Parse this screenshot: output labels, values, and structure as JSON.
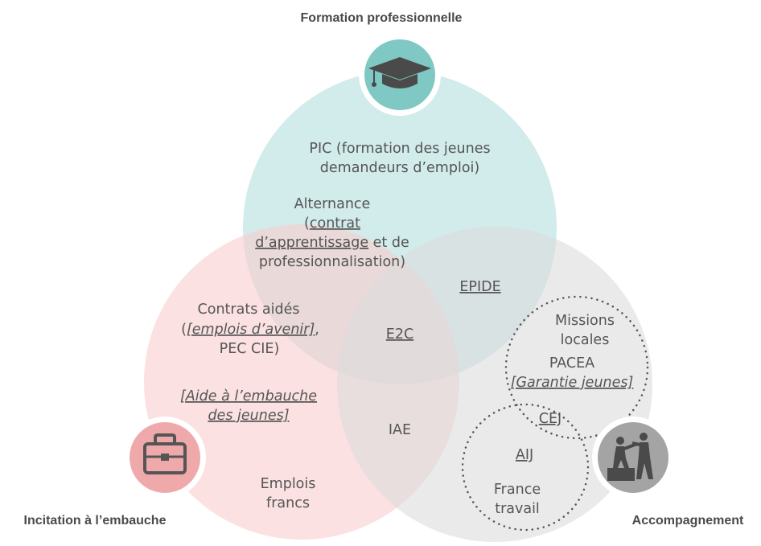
{
  "colors": {
    "formation": "#bfe3e2",
    "incitation": "#f8cdcd",
    "accompagnement": "#dcdcdc",
    "formation_icon_bg": "#7fc8c3",
    "incitation_icon_bg": "#f0a9ab",
    "accompagnement_icon_bg": "#a4a4a4",
    "text": "#555555",
    "heading": "#4a4a4a"
  },
  "headings": {
    "formation": "Formation professionnelle",
    "incitation": "Incitation à l’embauche",
    "accompagnement": "Accompagnement"
  },
  "icons": {
    "formation": "graduation-cap-icon",
    "incitation": "briefcase-icon",
    "accompagnement": "helping-hand-climb-icon"
  },
  "labels": {
    "pic_line1": "PIC (formation des jeunes",
    "pic_line2": "demandeurs d’emploi)",
    "alternance_line1": "Alternance",
    "alternance_open": "(",
    "alternance_contrat": "contrat",
    "alternance_apprentissage": "d’apprentissage",
    "alternance_et_de": " et de",
    "alternance_line4": "professionnalisation)",
    "epide": "EPIDE",
    "contrats_aides_line1": "Contrats aidés",
    "contrats_aides_open": "(",
    "contrats_aides_emplois_avenir": "[emplois d’avenir]",
    "contrats_aides_comma": ",",
    "contrats_aides_line3": "PEC CIE)",
    "e2c": "E2C",
    "aide_embauche_line1": "[Aide à l’embauche",
    "aide_embauche_line2": "des jeunes]",
    "iae": "IAE",
    "emplois_francs_line1": "Emplois",
    "emplois_francs_line2": "francs",
    "missions_locales_line1": "Missions",
    "missions_locales_line2": "locales",
    "pacea": "PACEA",
    "garantie_jeunes": "[Garantie jeunes]",
    "cej": "CEJ",
    "aij": "AIJ",
    "france_travail_line1": "France",
    "france_travail_line2": "travail"
  }
}
